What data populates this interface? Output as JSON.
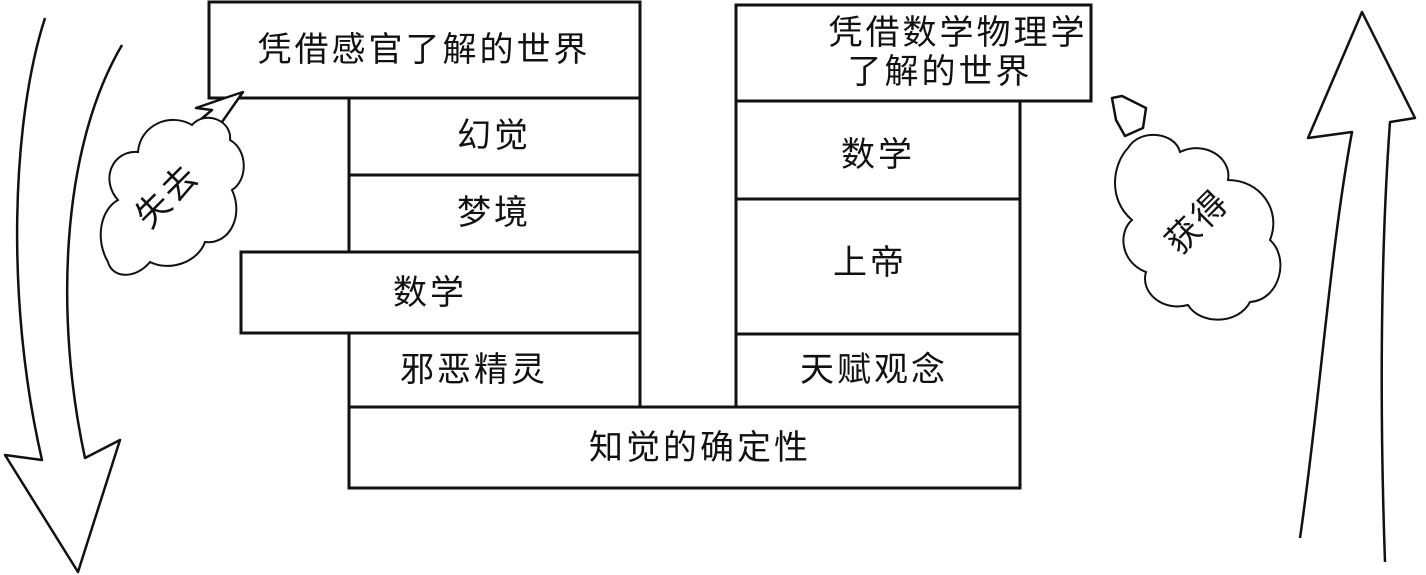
{
  "left_column": {
    "top": "凭借感官了解的世界",
    "layers": [
      "幻觉",
      "梦境",
      "数学",
      "邪恶精灵"
    ],
    "cloud": "失去"
  },
  "right_column": {
    "top_line1": "凭借数学物理学",
    "top_line2": "了解的世界",
    "layers": [
      "数学",
      "上帝",
      "天赋观念"
    ],
    "cloud": "获得"
  },
  "base": "知觉的确定性"
}
